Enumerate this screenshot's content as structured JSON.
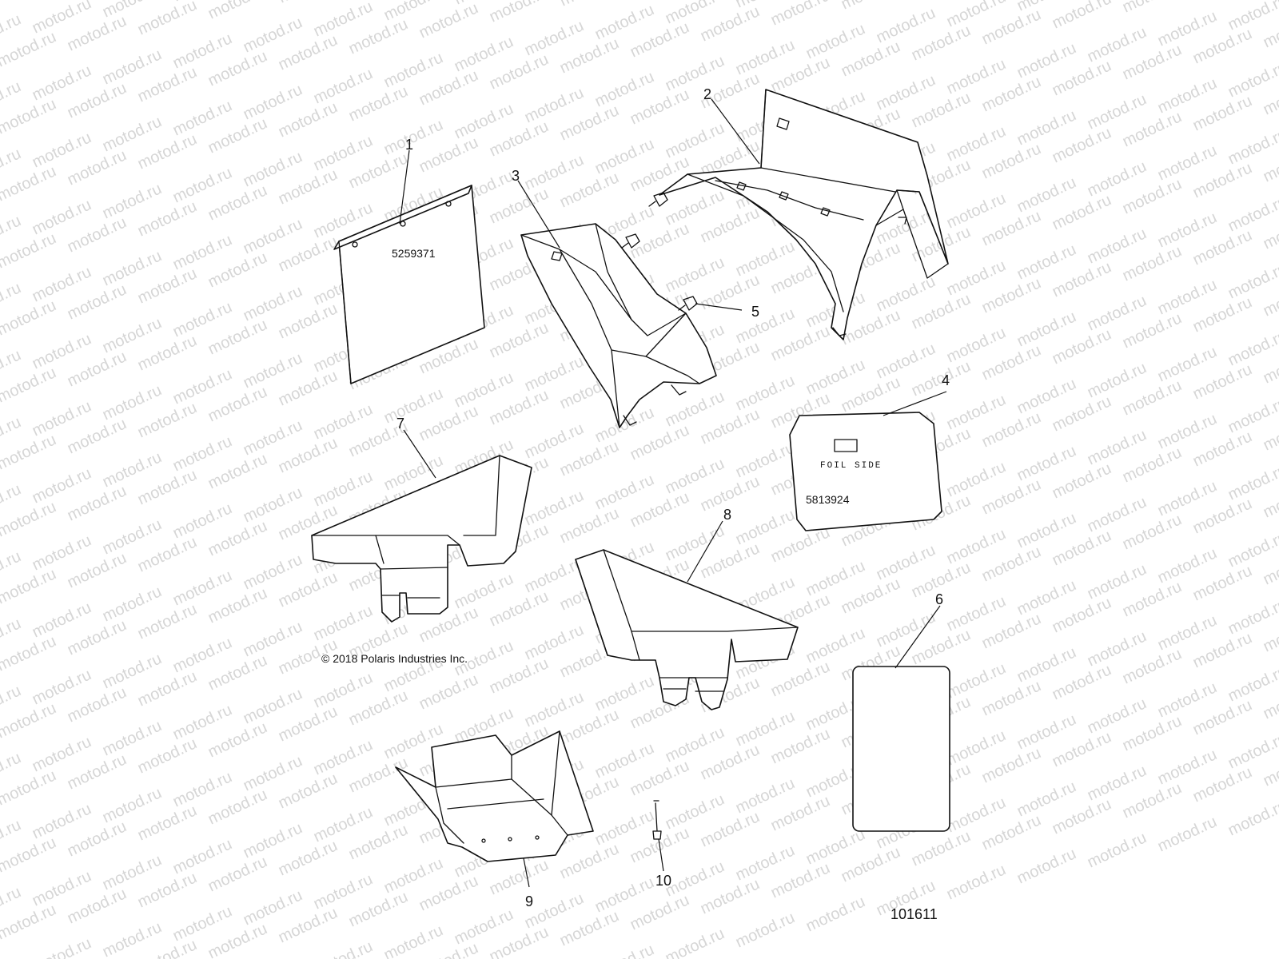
{
  "watermark": "motod.ru",
  "copyright": "© 2018 Polaris Industries Inc.",
  "diagram_number": "101611",
  "callouts": [
    "1",
    "2",
    "3",
    "4",
    "5",
    "6",
    "7",
    "8",
    "9",
    "10"
  ],
  "part_labels": {
    "part1_number": "5259371",
    "part4_number": "5813924",
    "part4_text": "FOIL SIDE"
  }
}
